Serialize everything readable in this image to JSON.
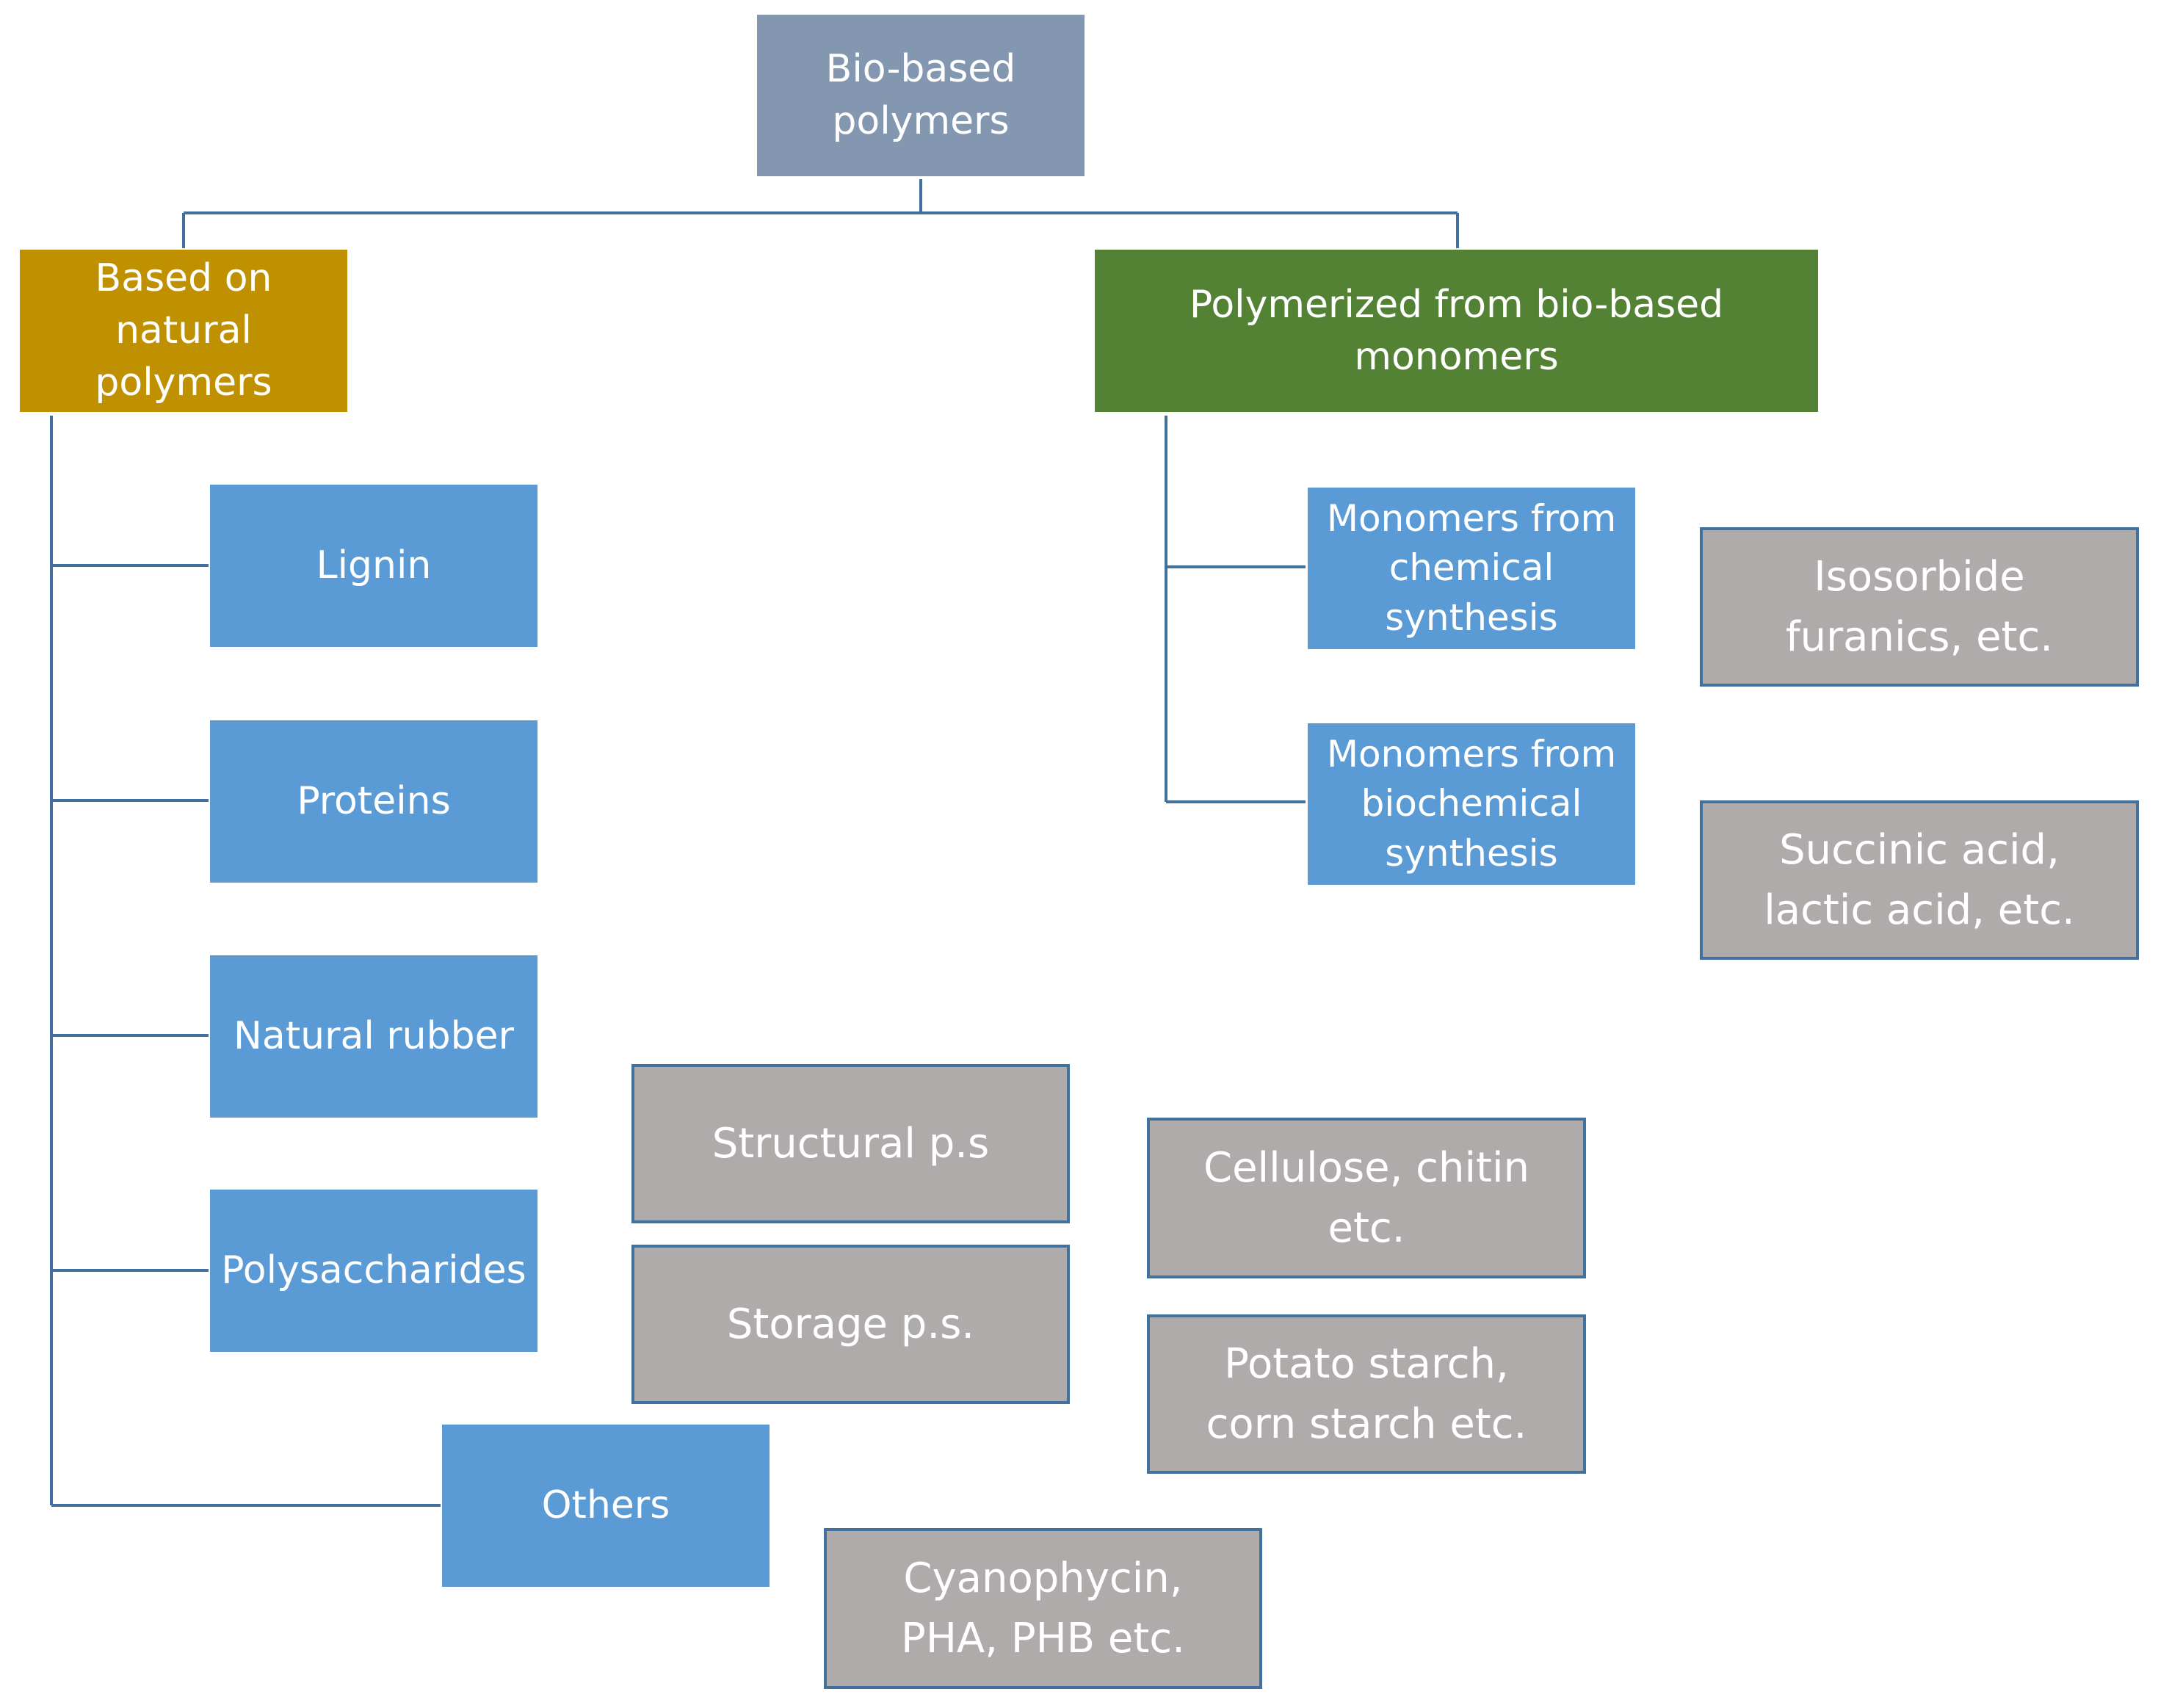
{
  "root": {
    "label": "Bio-based\npolymers"
  },
  "branches": {
    "natural": {
      "label": "Based on natural\npolymers",
      "children": {
        "lignin": "Lignin",
        "proteins": "Proteins",
        "natural_rubber": "Natural rubber",
        "polysaccharides": "Polysaccharides",
        "others": "Others"
      },
      "polysaccharide_types": {
        "structural": "Structural p.s",
        "storage": "Storage p.s."
      },
      "examples": {
        "structural": "Cellulose, chitin\netc.",
        "storage": "Potato starch,\ncorn starch etc.",
        "others": "Cyanophycin,\nPHA, PHB etc."
      }
    },
    "monomers": {
      "label": "Polymerized from bio-based\nmonomers",
      "children": {
        "chemical": "Monomers from\nchemical\nsynthesis",
        "biochemical": "Monomers from\nbiochemical\nsynthesis"
      },
      "examples": {
        "chemical": "Isosorbide\nfuranics, etc.",
        "biochemical": "Succinic acid,\nlactic acid, etc."
      }
    }
  },
  "colors": {
    "root": "#8497b0",
    "natural": "#bf9000",
    "monomers": "#548235",
    "category": "#5b9bd5",
    "example": "#afabab",
    "connector": "#41719c"
  }
}
